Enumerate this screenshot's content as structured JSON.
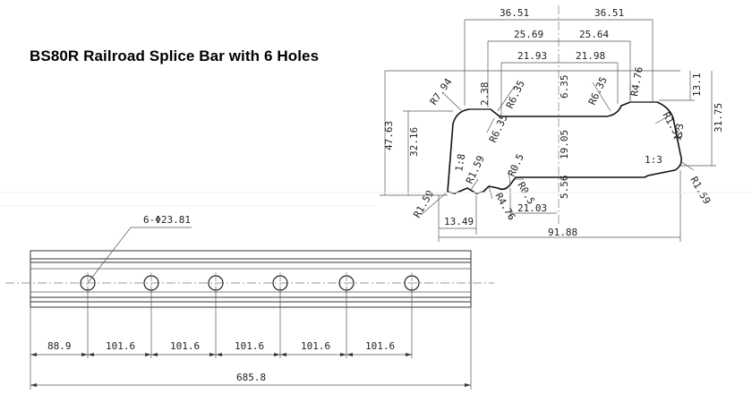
{
  "title": "BS80R Railroad Splice Bar with 6 Holes",
  "profile": {
    "dims_top": [
      "36.51",
      "36.51",
      "25.69",
      "25.64",
      "21.93",
      "21.98"
    ],
    "dims_left": [
      "47.63",
      "32.16"
    ],
    "dims_center": [
      "6.35",
      "19.05",
      "5.56"
    ],
    "dims_right": [
      "13.1",
      "31.75"
    ],
    "slopes": [
      "1:3",
      "1:3",
      "1:8"
    ],
    "radii": [
      "R7.94",
      "R6.35",
      "R6.35",
      "R6.35",
      "R4.76",
      "R1.59",
      "R1.59",
      "R0.5",
      "R0.5",
      "R4.76",
      "R1.59",
      "R1.59"
    ],
    "small": [
      "2.38"
    ],
    "dims_bottom": [
      "13.49",
      "21.03",
      "91.88"
    ]
  },
  "plan": {
    "hole_label": "6-Φ23.81",
    "spacings": [
      "88.9",
      "101.6",
      "101.6",
      "101.6",
      "101.6",
      "101.6"
    ],
    "overall": "685.8"
  }
}
